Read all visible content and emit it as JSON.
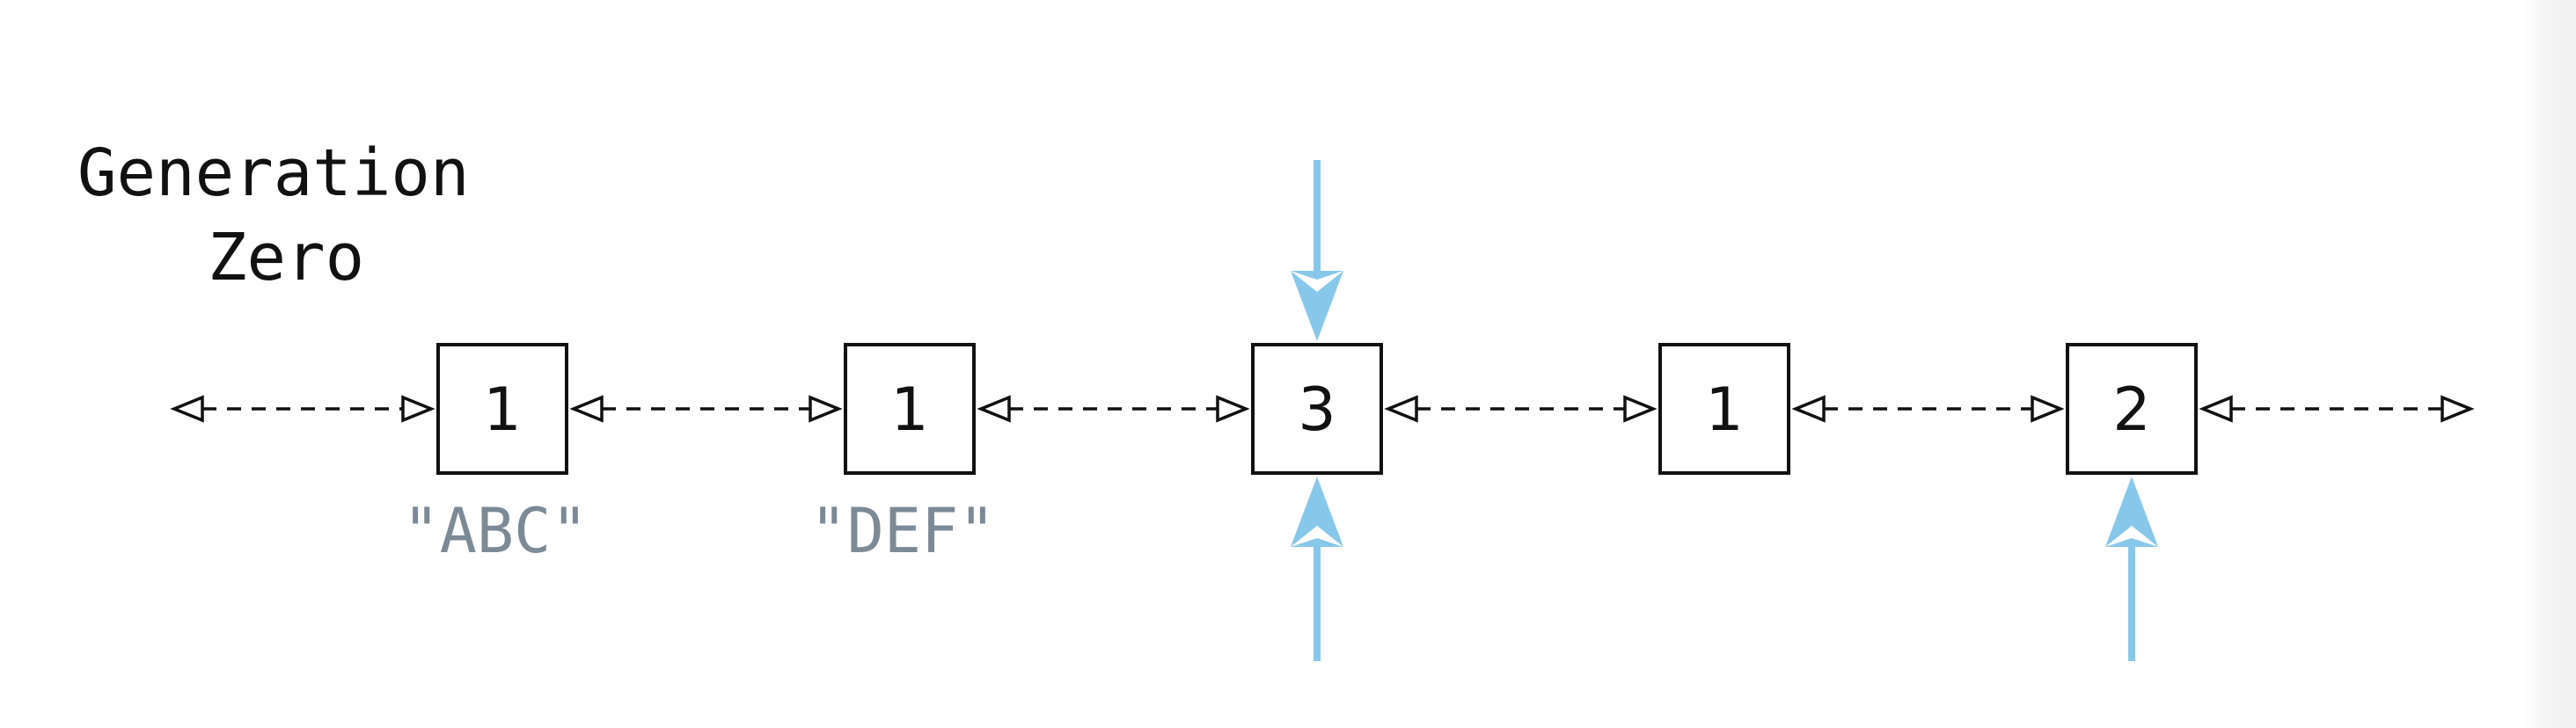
{
  "title": {
    "line1": "Generation",
    "line2": "Zero"
  },
  "nodes": [
    {
      "count": "1",
      "value": "\"ABC\""
    },
    {
      "count": "1",
      "value": "\"DEF\""
    },
    {
      "count": "3",
      "value": ""
    },
    {
      "count": "1",
      "value": ""
    },
    {
      "count": "2",
      "value": ""
    }
  ],
  "references": [
    {
      "node": 2,
      "from": "above"
    },
    {
      "node": 2,
      "from": "below"
    },
    {
      "node": 4,
      "from": "below"
    }
  ],
  "colors": {
    "reference_arrow": "#87c8ea",
    "value_text": "#7c8a96",
    "stroke": "#111111"
  }
}
